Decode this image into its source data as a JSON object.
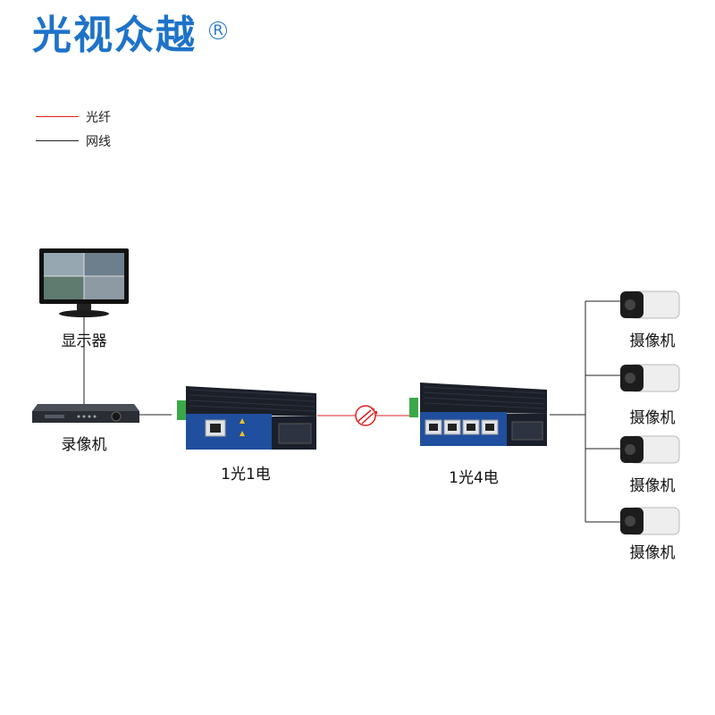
{
  "brand": {
    "name": "光视众越",
    "mark": "R",
    "color": "#1e73c9"
  },
  "legend": [
    {
      "label": "光纤",
      "color": "#e02020"
    },
    {
      "label": "网线",
      "color": "#222222"
    }
  ],
  "devices": {
    "monitor": {
      "label": "显示器"
    },
    "recorder": {
      "label": "录像机"
    },
    "converter_1": {
      "label": "1光1电"
    },
    "converter_4": {
      "label": "1光4电"
    },
    "cameras": [
      {
        "label": "摄像机"
      },
      {
        "label": "摄像机"
      },
      {
        "label": "摄像机"
      },
      {
        "label": "摄像机"
      }
    ]
  },
  "colors": {
    "fiber": "#e02020",
    "cable": "#222222",
    "device_blue": "#1f4f9e",
    "device_dark": "#1a1f2b"
  }
}
